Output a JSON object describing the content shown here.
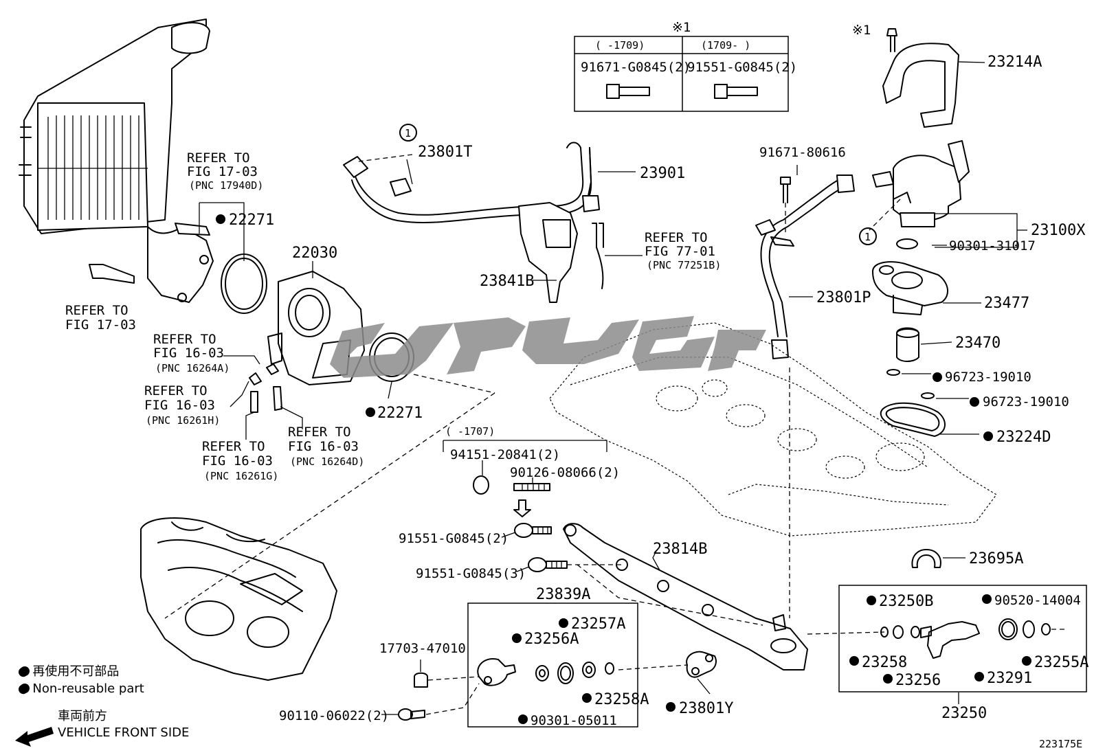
{
  "labels": {
    "p23214A": "23214A",
    "p23100X": "23100X",
    "p90301_31017": "90301-31017",
    "p23477": "23477",
    "p23470": "23470",
    "p96723_a": "96723-19010",
    "p96723_b": "96723-19010",
    "p23224D": "23224D",
    "p23695A": "23695A",
    "p91671_80616": "91671-80616",
    "p23801P": "23801P",
    "p23801T": "23801T",
    "p23901": "23901",
    "p23841B": "23841B",
    "p22030": "22030",
    "p22271_a": "22271",
    "p22271_b": "22271",
    "p94151": "94151-20841(2)",
    "p90126": "90126-08066(2)",
    "p91551_2": "91551-G0845(2)",
    "p91551_3": "91551-G0845(3)",
    "p23839A": "23839A",
    "p23814B": "23814B",
    "p17703": "17703-47010",
    "p90110": "90110-06022(2)",
    "p23257A": "23257A",
    "p23256A": "23256A",
    "p23258A": "23258A",
    "p90301_05011": "90301-05011",
    "p23801Y": "23801Y",
    "p23250B": "23250B",
    "p90520": "90520-14004",
    "p23258": "23258",
    "p23256": "23256",
    "p23291": "23291",
    "p23255A": "23255A",
    "p23250": "23250",
    "date_1707": "(   -1707)",
    "note_mark": "※1",
    "callout_1": "1"
  },
  "refs": [
    {
      "line1": "REFER TO",
      "line2": "FIG 17-03",
      "line3": "(PNC 17940D)"
    },
    {
      "line1": "REFER TO",
      "line2": "FIG 17-03"
    },
    {
      "line1": "REFER TO",
      "line2": "FIG 16-03",
      "line3": "(PNC 16264A)"
    },
    {
      "line1": "REFER TO",
      "line2": "FIG 16-03",
      "line3": "(PNC 16261H)"
    },
    {
      "line1": "REFER TO",
      "line2": "FIG 16-03",
      "line3": "(PNC 16261G)"
    },
    {
      "line1": "REFER TO",
      "line2": "FIG 16-03",
      "line3": "(PNC 16264D)"
    },
    {
      "line1": "REFER TO",
      "line2": "FIG 77-01",
      "line3": "(PNC 77251B)"
    }
  ],
  "table": {
    "note": "※1",
    "col1_header": "(    -1709)",
    "col2_header": "(1709-    )",
    "col1_part": "91671-G0845(2)",
    "col2_part": "91551-G0845(2)"
  },
  "legend": {
    "line1": "● 再使用不可部品",
    "line2": "● Non-reusable part",
    "front_jp": "車両前方",
    "front_en": "VEHICLE FRONT SIDE"
  },
  "figure_id": "223175E",
  "watermark": "تویوتا"
}
